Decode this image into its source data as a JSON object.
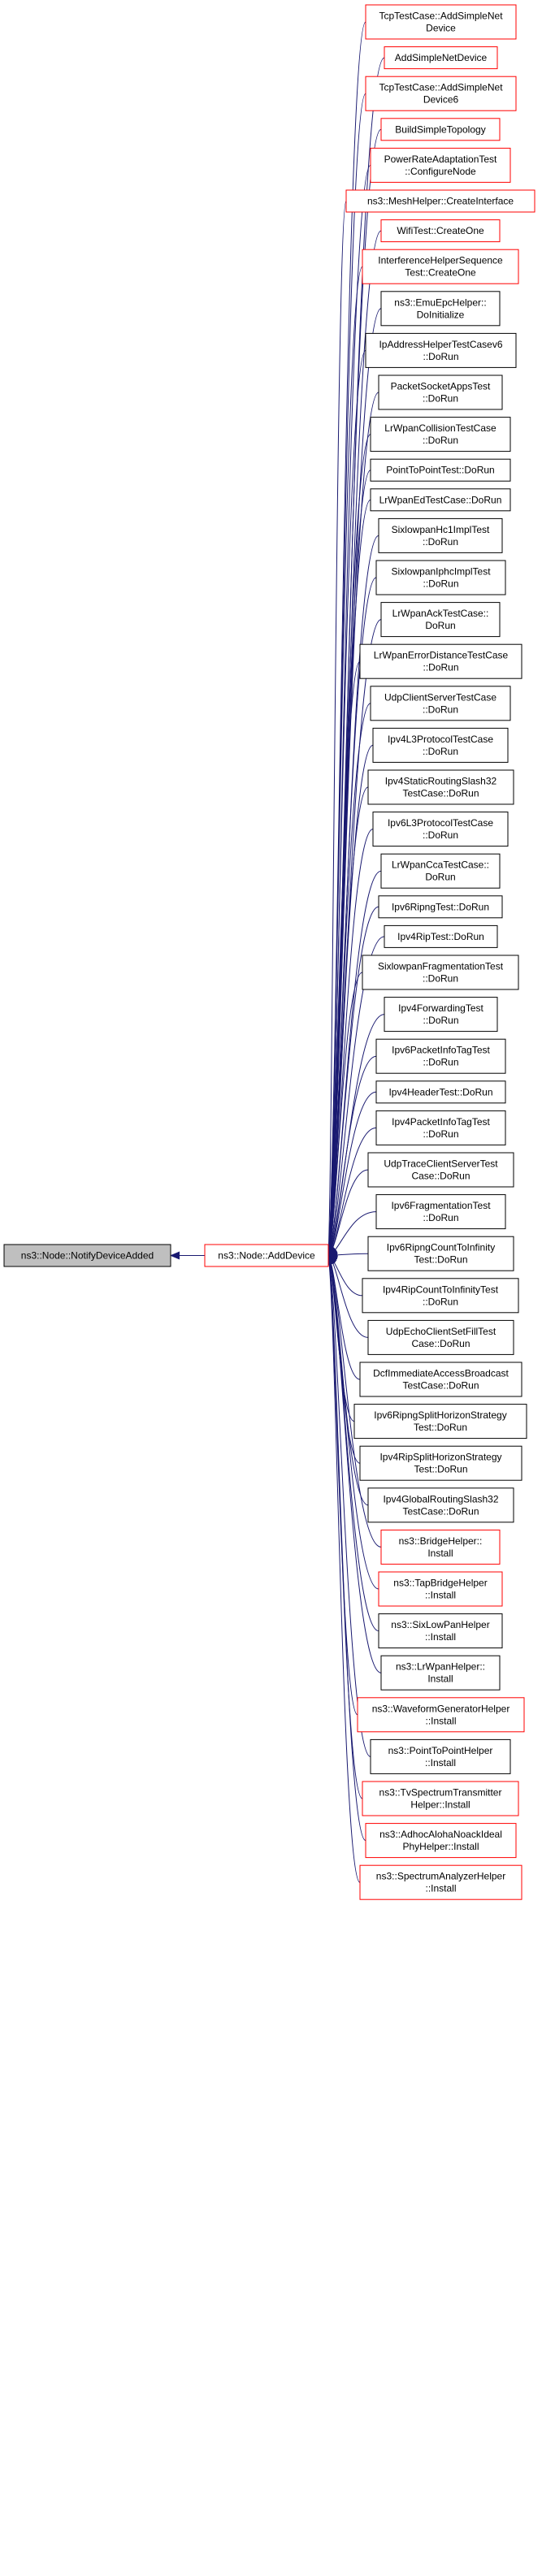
{
  "colors": {
    "edge": "#191970",
    "border_linked": "#ff0000",
    "border_plain": "#000000",
    "root_fill": "#bfbfbf",
    "node_fill": "#ffffff"
  },
  "root": {
    "lines": [
      "ns3::Node::NotifyDeviceAdded"
    ]
  },
  "hub": {
    "lines": [
      "ns3::Node::AddDevice"
    ]
  },
  "callers": [
    {
      "lines": [
        "TcpTestCase::AddSimpleNet",
        "Device"
      ],
      "linked": true
    },
    {
      "lines": [
        "AddSimpleNetDevice"
      ],
      "linked": true
    },
    {
      "lines": [
        "TcpTestCase::AddSimpleNet",
        "Device6"
      ],
      "linked": true
    },
    {
      "lines": [
        "BuildSimpleTopology"
      ],
      "linked": true
    },
    {
      "lines": [
        "PowerRateAdaptationTest",
        "::ConfigureNode"
      ],
      "linked": true
    },
    {
      "lines": [
        "ns3::MeshHelper::CreateInterface"
      ],
      "linked": true
    },
    {
      "lines": [
        "WifiTest::CreateOne"
      ],
      "linked": true
    },
    {
      "lines": [
        "InterferenceHelperSequence",
        "Test::CreateOne"
      ],
      "linked": true
    },
    {
      "lines": [
        "ns3::EmuEpcHelper::",
        "DoInitialize"
      ],
      "linked": false
    },
    {
      "lines": [
        "IpAddressHelperTestCasev6",
        "::DoRun"
      ],
      "linked": false
    },
    {
      "lines": [
        "PacketSocketAppsTest",
        "::DoRun"
      ],
      "linked": false
    },
    {
      "lines": [
        "LrWpanCollisionTestCase",
        "::DoRun"
      ],
      "linked": false
    },
    {
      "lines": [
        "PointToPointTest::DoRun"
      ],
      "linked": false
    },
    {
      "lines": [
        "LrWpanEdTestCase::DoRun"
      ],
      "linked": false
    },
    {
      "lines": [
        "SixlowpanHc1ImplTest",
        "::DoRun"
      ],
      "linked": false
    },
    {
      "lines": [
        "SixlowpanIphcImplTest",
        "::DoRun"
      ],
      "linked": false
    },
    {
      "lines": [
        "LrWpanAckTestCase::",
        "DoRun"
      ],
      "linked": false
    },
    {
      "lines": [
        "LrWpanErrorDistanceTestCase",
        "::DoRun"
      ],
      "linked": false
    },
    {
      "lines": [
        "UdpClientServerTestCase",
        "::DoRun"
      ],
      "linked": false
    },
    {
      "lines": [
        "Ipv4L3ProtocolTestCase",
        "::DoRun"
      ],
      "linked": false
    },
    {
      "lines": [
        "Ipv4StaticRoutingSlash32",
        "TestCase::DoRun"
      ],
      "linked": false
    },
    {
      "lines": [
        "Ipv6L3ProtocolTestCase",
        "::DoRun"
      ],
      "linked": false
    },
    {
      "lines": [
        "LrWpanCcaTestCase::",
        "DoRun"
      ],
      "linked": false
    },
    {
      "lines": [
        "Ipv6RipngTest::DoRun"
      ],
      "linked": false
    },
    {
      "lines": [
        "Ipv4RipTest::DoRun"
      ],
      "linked": false
    },
    {
      "lines": [
        "SixlowpanFragmentationTest",
        "::DoRun"
      ],
      "linked": false
    },
    {
      "lines": [
        "Ipv4ForwardingTest",
        "::DoRun"
      ],
      "linked": false
    },
    {
      "lines": [
        "Ipv6PacketInfoTagTest",
        "::DoRun"
      ],
      "linked": false
    },
    {
      "lines": [
        "Ipv4HeaderTest::DoRun"
      ],
      "linked": false
    },
    {
      "lines": [
        "Ipv4PacketInfoTagTest",
        "::DoRun"
      ],
      "linked": false
    },
    {
      "lines": [
        "UdpTraceClientServerTest",
        "Case::DoRun"
      ],
      "linked": false
    },
    {
      "lines": [
        "Ipv6FragmentationTest",
        "::DoRun"
      ],
      "linked": false
    },
    {
      "lines": [
        "Ipv6RipngCountToInfinity",
        "Test::DoRun"
      ],
      "linked": false
    },
    {
      "lines": [
        "Ipv4RipCountToInfinityTest",
        "::DoRun"
      ],
      "linked": false
    },
    {
      "lines": [
        "UdpEchoClientSetFillTest",
        "Case::DoRun"
      ],
      "linked": false
    },
    {
      "lines": [
        "DcfImmediateAccessBroadcast",
        "TestCase::DoRun"
      ],
      "linked": false
    },
    {
      "lines": [
        "Ipv6RipngSplitHorizonStrategy",
        "Test::DoRun"
      ],
      "linked": false
    },
    {
      "lines": [
        "Ipv4RipSplitHorizonStrategy",
        "Test::DoRun"
      ],
      "linked": false
    },
    {
      "lines": [
        "Ipv4GlobalRoutingSlash32",
        "TestCase::DoRun"
      ],
      "linked": false
    },
    {
      "lines": [
        "ns3::BridgeHelper::",
        "Install"
      ],
      "linked": true
    },
    {
      "lines": [
        "ns3::TapBridgeHelper",
        "::Install"
      ],
      "linked": true
    },
    {
      "lines": [
        "ns3::SixLowPanHelper",
        "::Install"
      ],
      "linked": false
    },
    {
      "lines": [
        "ns3::LrWpanHelper::",
        "Install"
      ],
      "linked": false
    },
    {
      "lines": [
        "ns3::WaveformGeneratorHelper",
        "::Install"
      ],
      "linked": true
    },
    {
      "lines": [
        "ns3::PointToPointHelper",
        "::Install"
      ],
      "linked": false
    },
    {
      "lines": [
        "ns3::TvSpectrumTransmitter",
        "Helper::Install"
      ],
      "linked": true
    },
    {
      "lines": [
        "ns3::AdhocAlohaNoackIdeal",
        "PhyHelper::Install"
      ],
      "linked": true
    },
    {
      "lines": [
        "ns3::SpectrumAnalyzerHelper",
        "::Install"
      ],
      "linked": true
    }
  ]
}
